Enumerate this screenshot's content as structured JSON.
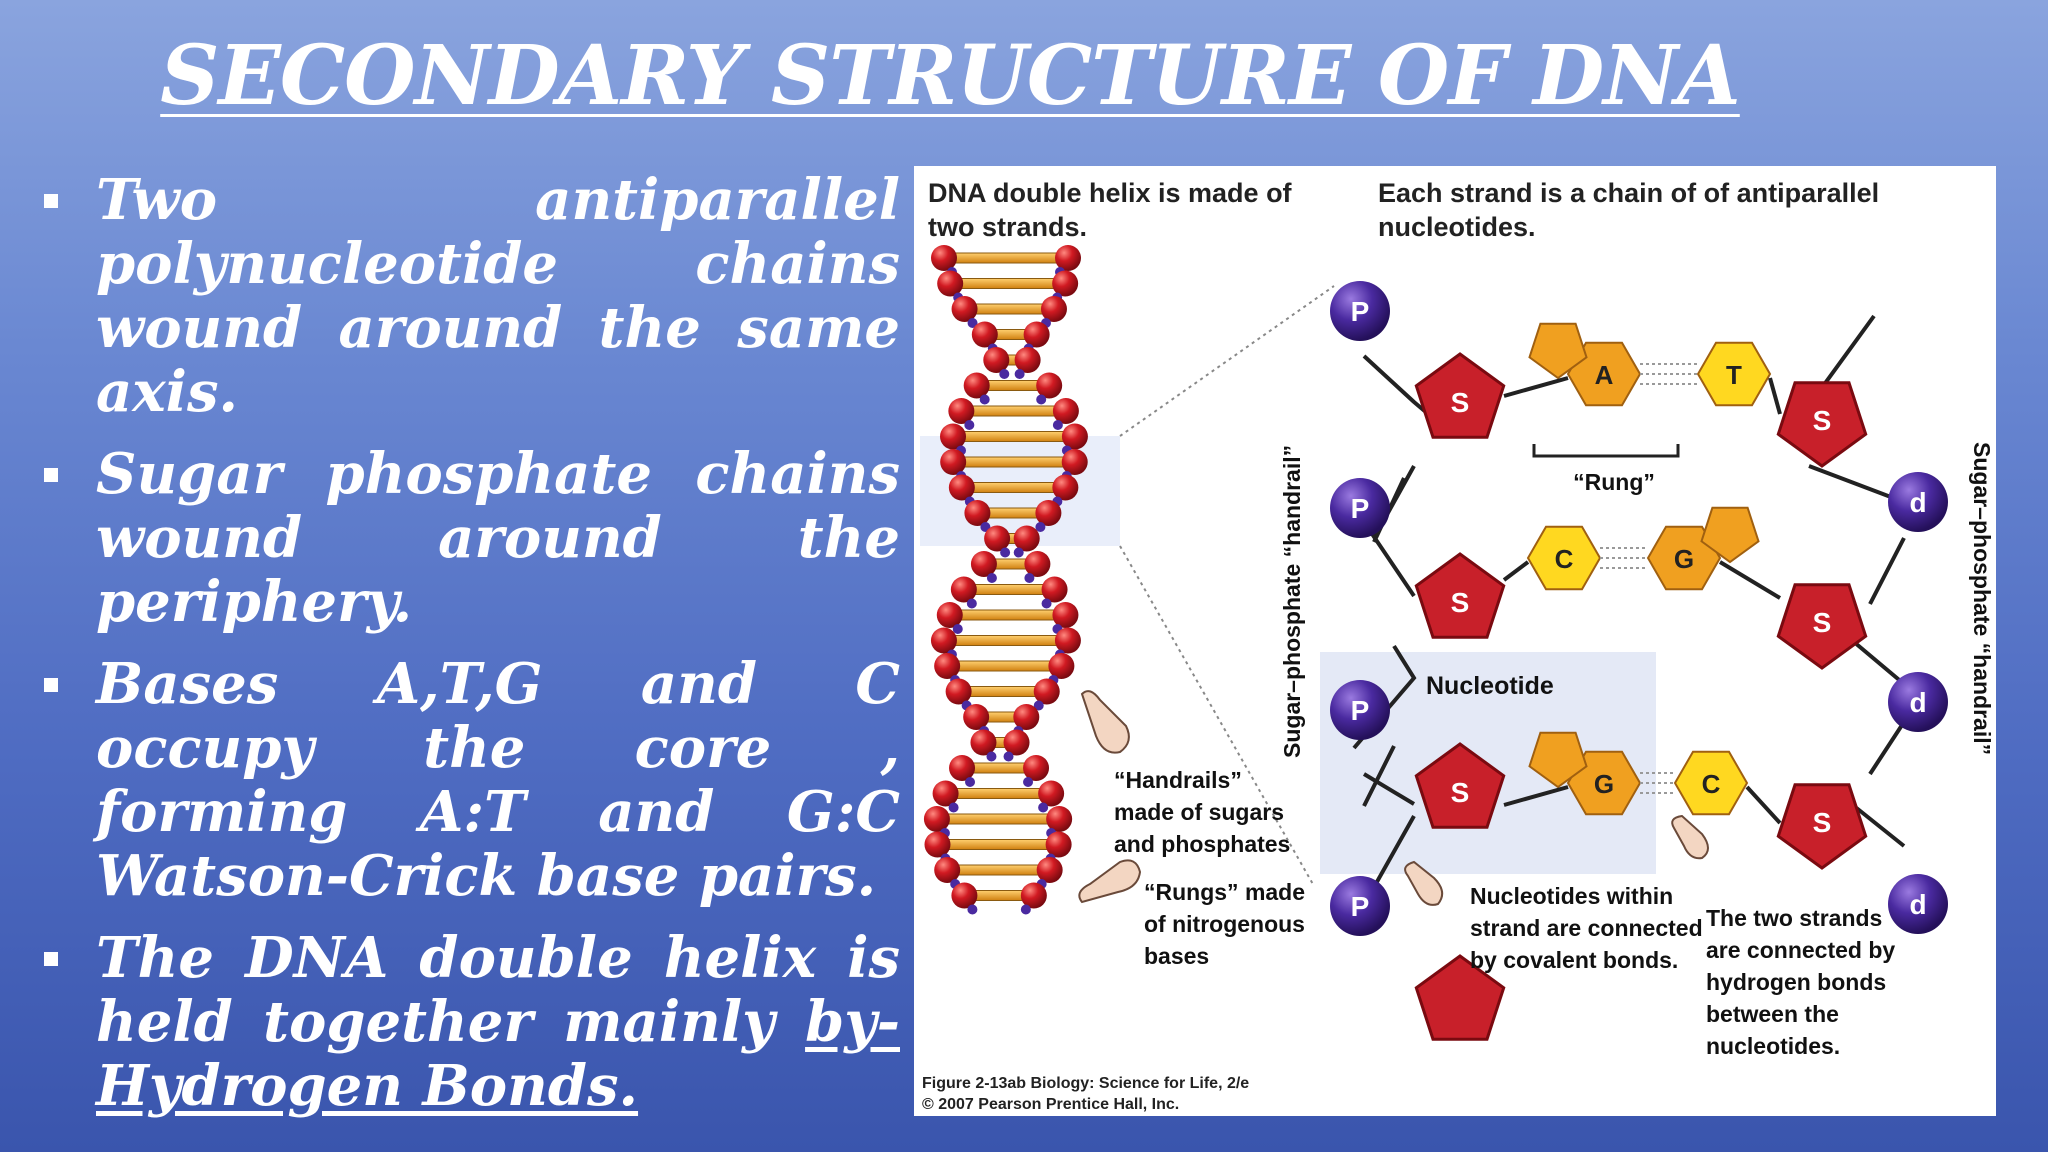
{
  "slide": {
    "title": "SECONDARY STRUCTURE OF DNA",
    "bullets": [
      {
        "text": "Two antiparallel polynucleotide chains wound around the same axis."
      },
      {
        "text": "Sugar phosphate chains wound around the periphery."
      },
      {
        "text": "Bases A,T,G and C occupy the core , forming A:T and G:C Watson-Crick base pairs."
      },
      {
        "text_main": "The DNA double helix is held together mainly ",
        "text_underlined": "by-Hydrogen Bonds."
      }
    ]
  },
  "figure": {
    "heading_left": [
      "DNA double helix is made of",
      "two strands."
    ],
    "heading_right": [
      "Each strand is a chain of of antiparallel",
      "nucleotides."
    ],
    "label_rung": "“Rung”",
    "label_handrail_left": "Sugar–phosphate “handrail”",
    "label_handrail_right": "Sugar–phosphate “handrail”",
    "label_nucleotide": "Nucleotide",
    "note_handrails": [
      "“Handrails”",
      "made of sugars",
      "and phosphates"
    ],
    "note_rungs": [
      "“Rungs” made",
      "of nitrogenous",
      "bases"
    ],
    "note_covalent": [
      "Nucleotides within",
      "strand are connected",
      "by covalent bonds."
    ],
    "note_hydrogen": [
      "The two strands",
      "are connected by",
      "hydrogen bonds",
      "between the",
      "nucleotides."
    ],
    "caption": [
      "Figure 2-13ab Biology: Science for Life, 2/e",
      "© 2007 Pearson Prentice Hall, Inc."
    ],
    "symbols": {
      "phosphate": "P",
      "sugar": "S",
      "deoxy": "d"
    },
    "base_pairs": [
      {
        "left": "A",
        "right": "T"
      },
      {
        "left": "C",
        "right": "G"
      },
      {
        "left": "G",
        "right": "C"
      }
    ],
    "colors": {
      "phosphate": "#4a2a9a",
      "sugar": "#c8202a",
      "purine": "#f0a020",
      "pyrimidine": "#ffd820",
      "helix_ball": "#c41820",
      "helix_rung": "#e8a020"
    }
  }
}
